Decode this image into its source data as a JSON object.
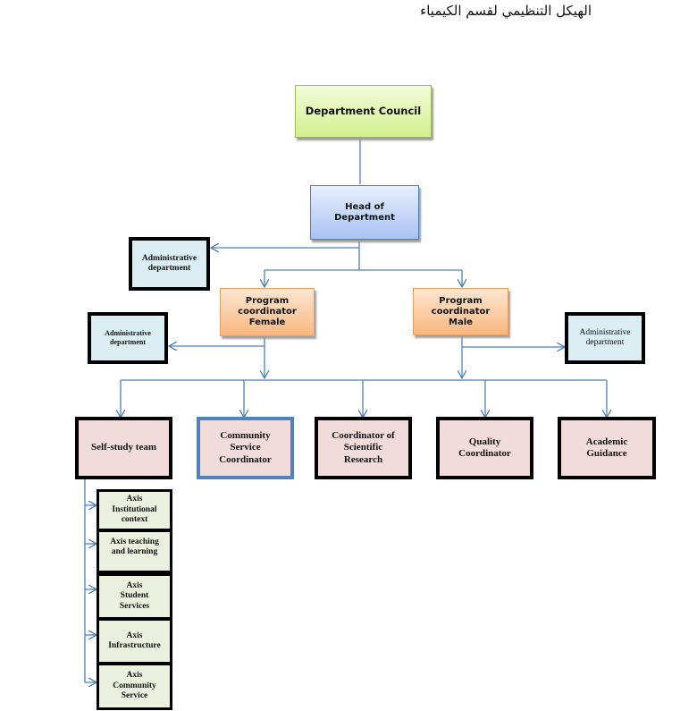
{
  "title": "الهيكل التنظيمي لقسم الكيمياء",
  "colors": {
    "connector": "#4f81bd",
    "council_fill": "#d4f08e",
    "head_fill": "#a9c3f4",
    "coordinator_fill": "#f9b77e",
    "admin_fill": "#dbeef4",
    "unit_fill": "#f2dcdb",
    "axis_fill": "#ebf1de"
  },
  "nodes": {
    "department_council": "Department Council",
    "head_of_department": [
      "Head of",
      "Department"
    ],
    "admin_dept_top": [
      "Administrative",
      "department"
    ],
    "program_coordinator_female": [
      "Program",
      "coordinator",
      "Female"
    ],
    "program_coordinator_male": [
      "Program",
      "coordinator",
      "Male"
    ],
    "admin_dept_left": [
      "Administrative",
      "department"
    ],
    "admin_dept_right": [
      "Administrative",
      "department"
    ],
    "units": [
      {
        "id": "self-study-team",
        "lines": [
          "Self-study team"
        ]
      },
      {
        "id": "community-service-coordinator",
        "lines": [
          "Community",
          "Service",
          "Coordinator"
        ]
      },
      {
        "id": "coordinator-scientific-research",
        "lines": [
          "Coordinator of",
          "Scientific",
          "Research"
        ]
      },
      {
        "id": "quality-coordinator",
        "lines": [
          "Quality",
          "Coordinator"
        ]
      },
      {
        "id": "academic-guidance",
        "lines": [
          "Academic",
          "Guidance"
        ]
      }
    ],
    "axes": [
      {
        "id": "axis-institutional-context",
        "lines": [
          "Axis",
          "Institutional",
          "context"
        ]
      },
      {
        "id": "axis-teaching-learning",
        "lines": [
          "Axis teaching",
          "and learning"
        ]
      },
      {
        "id": "axis-student-services",
        "lines": [
          "Axis",
          "Student",
          "Services"
        ]
      },
      {
        "id": "axis-infrastructure",
        "lines": [
          "Axis",
          "Infrastructure"
        ]
      },
      {
        "id": "axis-community-service",
        "lines": [
          "Axis",
          "Community",
          "Service"
        ]
      }
    ]
  }
}
